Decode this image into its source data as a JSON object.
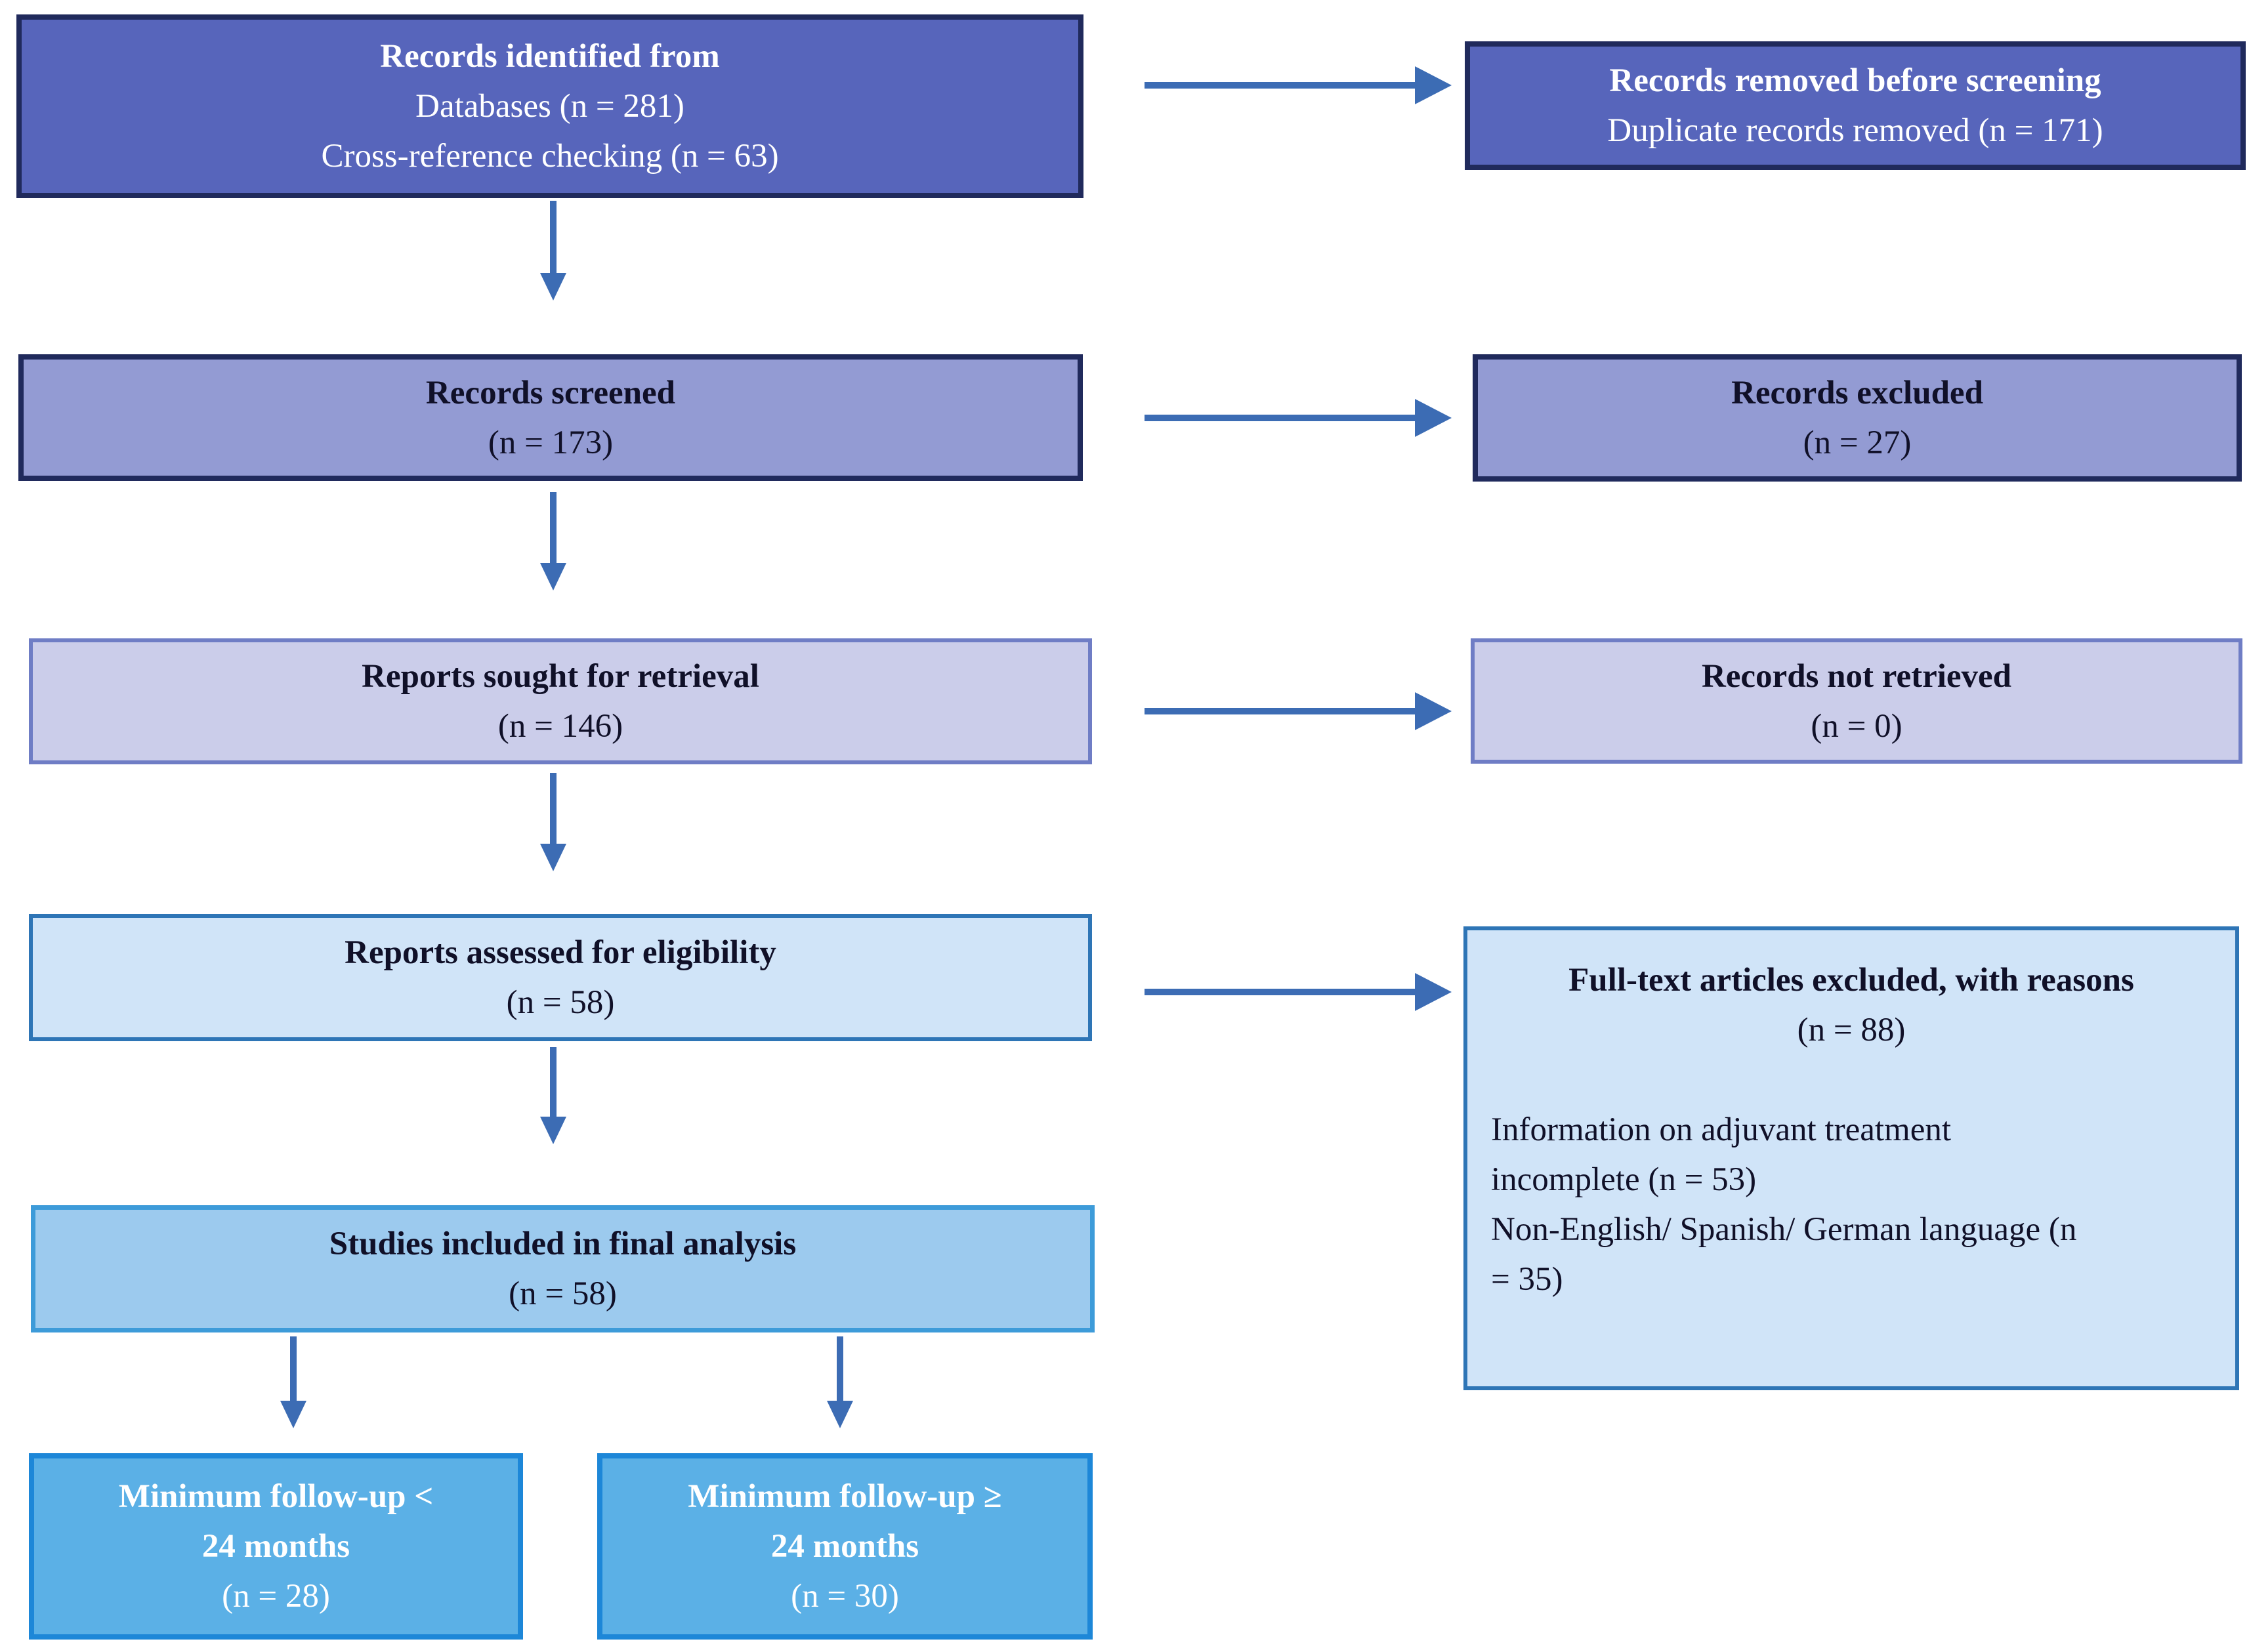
{
  "palette": {
    "tier1-fill": "#5765BB",
    "tier2-fill": "#939BD3",
    "tier3-fill": "#CBCDEA",
    "tier4-fill": "#D0E4F8",
    "tier5-fill": "#9CCAEE",
    "tier6-fill": "#5BB0E6",
    "tier12-border": "#202A5C",
    "tier3-border": "#6F7DC5",
    "tier4-border": "#2E75B6",
    "tier5-border": "#3D9BD9",
    "tier6-border": "#1D87D8",
    "arrow-color": "#3C6CB4",
    "dark-text": "#101028"
  },
  "boxes": {
    "identified": {
      "title": "Records identified from",
      "databases": "Databases (n = 281)",
      "cross_reference": "Cross-reference checking (n = 63)"
    },
    "removed": {
      "title": "Records removed before screening",
      "duplicates": "Duplicate records removed (n = 171)"
    },
    "screened": {
      "title": "Records screened",
      "count": "(n = 173)"
    },
    "excluded": {
      "title": "Records excluded",
      "count": "(n = 27)"
    },
    "sought": {
      "title": "Reports sought for retrieval",
      "count": "(n = 146)"
    },
    "not_retrieved": {
      "title": "Records not retrieved",
      "count": "(n = 0)"
    },
    "assessed": {
      "title": "Reports assessed for eligibility",
      "count": "(n = 58)"
    },
    "fulltext_excluded": {
      "title": "Full-text articles excluded, with reasons",
      "count": "(n = 88)",
      "reason_incomplete": "Information on adjuvant treatment incomplete (n = 53)",
      "reason_language": "Non-English/ Spanish/ German language (n = 35)"
    },
    "included": {
      "title": "Studies included in final analysis",
      "count": "(n = 58)"
    },
    "followup_lt": {
      "line1": "Minimum follow-up <",
      "line2": "24 months",
      "count": "(n = 28)"
    },
    "followup_ge": {
      "line1": "Minimum follow-up ≥",
      "line2": "24 months",
      "count": "(n = 30)"
    }
  }
}
